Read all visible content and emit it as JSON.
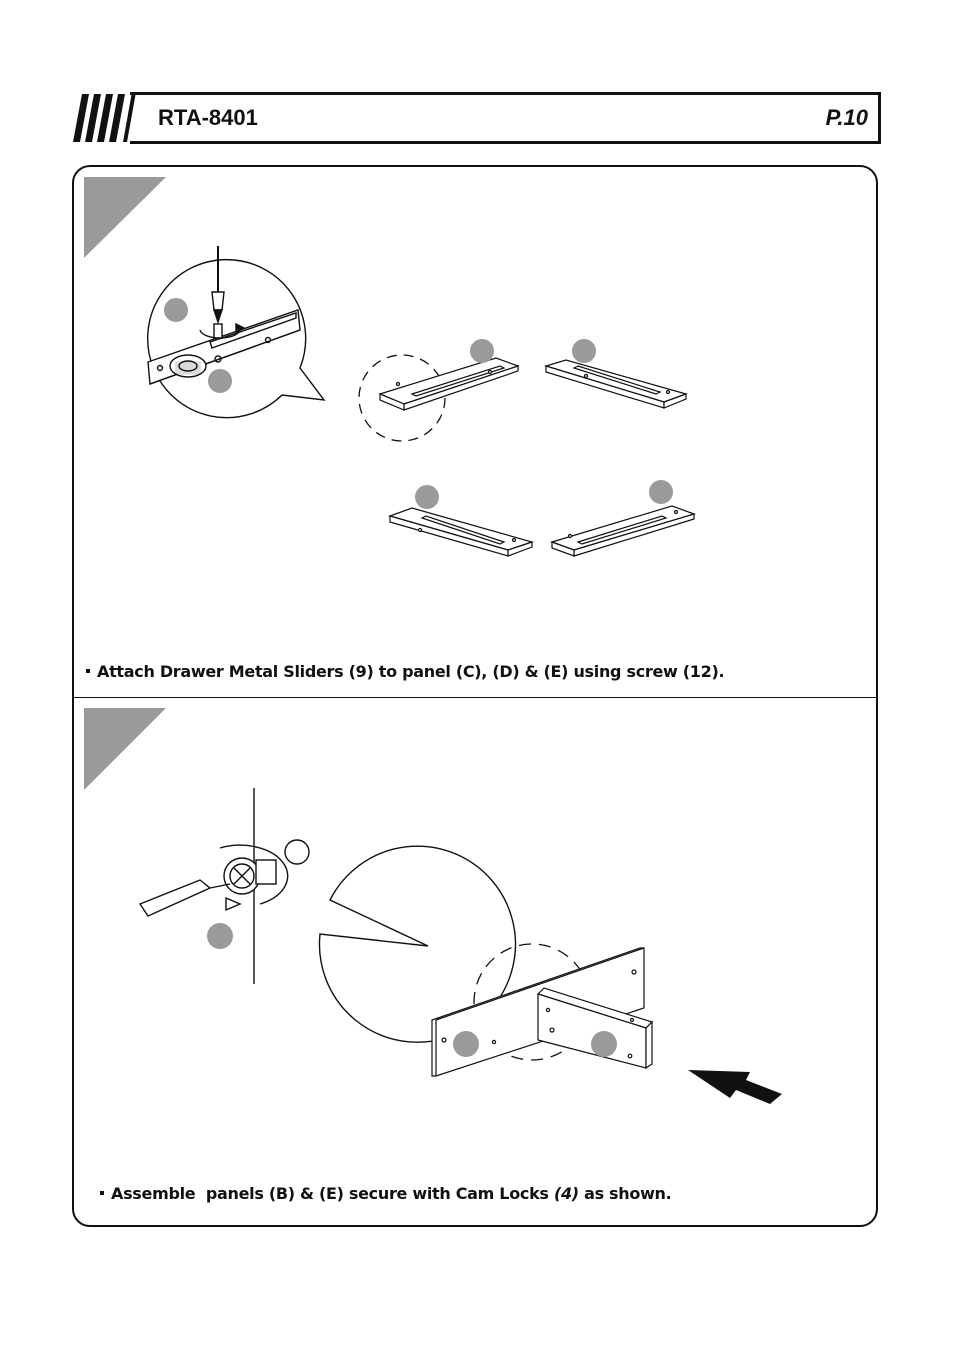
{
  "header": {
    "model": "RTA-8401",
    "page": "P.10"
  },
  "step1": {
    "instruction": "Attach Drawer Metal Sliders (9) to panel (C), (D) & (E) using screw (12)."
  },
  "step2": {
    "instruction_before": "Assemble  panels (B) & (E) secure with Cam Locks",
    "instruction_italic": "(4)",
    "instruction_after": " as shown."
  },
  "colors": {
    "badge_gray": "#9a9a9a",
    "callout_gray": "#8a8a8a",
    "line": "#111111"
  }
}
